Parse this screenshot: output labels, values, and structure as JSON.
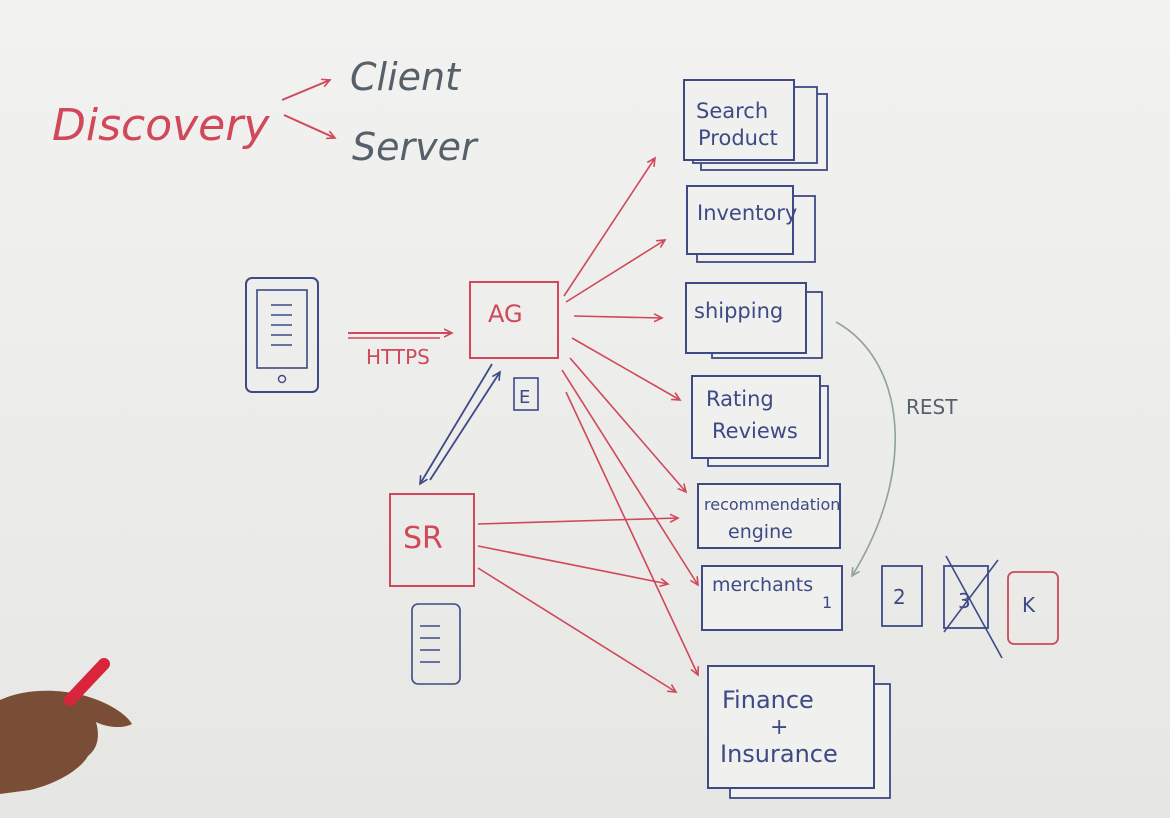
{
  "colors": {
    "red": "#d0485a",
    "blue": "#3d4a86",
    "gray": "#8fa39a"
  },
  "title": {
    "text": "Discovery",
    "client": "Client",
    "server": "Server"
  },
  "client": {
    "protocol": "HTTPS"
  },
  "gateway": {
    "label": "AG",
    "note": "E"
  },
  "registry": {
    "label": "SR"
  },
  "services": {
    "search_line1": "Search",
    "search_line2": "Product",
    "inventory": "Inventory",
    "shipping": "shipping",
    "rating_line1": "Rating",
    "rating_line2": "Reviews",
    "reco_line1": "recommendation",
    "reco_line2": "engine",
    "merchants": "merchants",
    "merchants_instance": "1",
    "finance_line1": "Finance",
    "finance_line2": "+",
    "finance_line3": "Insurance"
  },
  "instances": [
    "2",
    "3",
    "K"
  ],
  "link": {
    "label": "REST"
  }
}
